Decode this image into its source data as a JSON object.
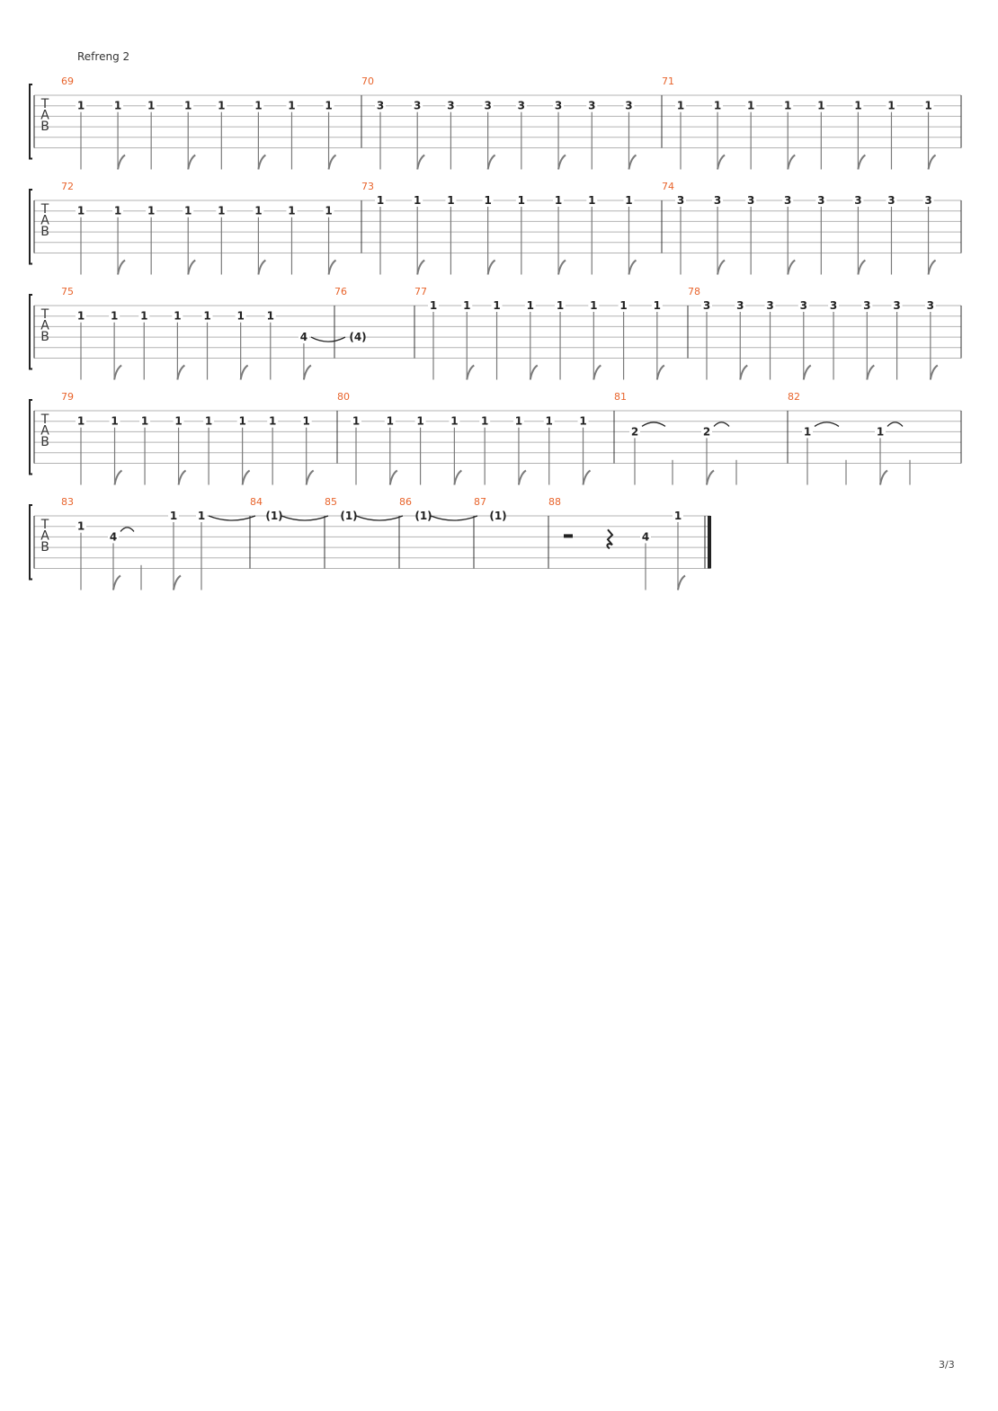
{
  "section_label": "Refreng 2",
  "page_number": "3/3",
  "tab_clef_letters": [
    "T",
    "A",
    "B"
  ],
  "colors": {
    "measure_number": "#e8642c",
    "staff_line": "#b3b3b3",
    "note": "#222222",
    "stem": "#7a7a7a"
  },
  "systems": [
    {
      "measures": [
        {
          "number": "69",
          "string": 2,
          "notes": [
            {
              "fret": "1",
              "dur": "q"
            },
            {
              "fret": "1",
              "dur": "8"
            },
            {
              "fret": "1",
              "dur": "q"
            },
            {
              "fret": "1",
              "dur": "8"
            },
            {
              "fret": "1",
              "dur": "q"
            },
            {
              "fret": "1",
              "dur": "8"
            },
            {
              "fret": "1",
              "dur": "q"
            },
            {
              "fret": "1",
              "dur": "8"
            }
          ]
        },
        {
          "number": "70",
          "string": 2,
          "notes": [
            {
              "fret": "3",
              "dur": "q"
            },
            {
              "fret": "3",
              "dur": "8"
            },
            {
              "fret": "3",
              "dur": "q"
            },
            {
              "fret": "3",
              "dur": "8"
            },
            {
              "fret": "3",
              "dur": "q"
            },
            {
              "fret": "3",
              "dur": "8"
            },
            {
              "fret": "3",
              "dur": "q"
            },
            {
              "fret": "3",
              "dur": "8"
            }
          ]
        },
        {
          "number": "71",
          "string": 2,
          "notes": [
            {
              "fret": "1",
              "dur": "q"
            },
            {
              "fret": "1",
              "dur": "8"
            },
            {
              "fret": "1",
              "dur": "q"
            },
            {
              "fret": "1",
              "dur": "8"
            },
            {
              "fret": "1",
              "dur": "q"
            },
            {
              "fret": "1",
              "dur": "8"
            },
            {
              "fret": "1",
              "dur": "q"
            },
            {
              "fret": "1",
              "dur": "8"
            }
          ]
        }
      ]
    },
    {
      "measures": [
        {
          "number": "72",
          "string": 2,
          "notes": [
            {
              "fret": "1",
              "dur": "q"
            },
            {
              "fret": "1",
              "dur": "8"
            },
            {
              "fret": "1",
              "dur": "q"
            },
            {
              "fret": "1",
              "dur": "8"
            },
            {
              "fret": "1",
              "dur": "q"
            },
            {
              "fret": "1",
              "dur": "8"
            },
            {
              "fret": "1",
              "dur": "q"
            },
            {
              "fret": "1",
              "dur": "8"
            }
          ]
        },
        {
          "number": "73",
          "string": 1,
          "notes": [
            {
              "fret": "1",
              "dur": "q"
            },
            {
              "fret": "1",
              "dur": "8"
            },
            {
              "fret": "1",
              "dur": "q"
            },
            {
              "fret": "1",
              "dur": "8"
            },
            {
              "fret": "1",
              "dur": "q"
            },
            {
              "fret": "1",
              "dur": "8"
            },
            {
              "fret": "1",
              "dur": "q"
            },
            {
              "fret": "1",
              "dur": "8"
            }
          ]
        },
        {
          "number": "74",
          "string": 1,
          "notes": [
            {
              "fret": "3",
              "dur": "q"
            },
            {
              "fret": "3",
              "dur": "8"
            },
            {
              "fret": "3",
              "dur": "q"
            },
            {
              "fret": "3",
              "dur": "8"
            },
            {
              "fret": "3",
              "dur": "q"
            },
            {
              "fret": "3",
              "dur": "8"
            },
            {
              "fret": "3",
              "dur": "q"
            },
            {
              "fret": "3",
              "dur": "8"
            }
          ]
        }
      ]
    },
    {
      "measures": [
        {
          "number": "75",
          "string": 2,
          "notes": [
            {
              "fret": "1",
              "dur": "q"
            },
            {
              "fret": "1",
              "dur": "8"
            },
            {
              "fret": "1",
              "dur": "q"
            },
            {
              "fret": "1",
              "dur": "8"
            },
            {
              "fret": "1",
              "dur": "q"
            },
            {
              "fret": "1",
              "dur": "8"
            },
            {
              "fret": "1",
              "dur": "q"
            },
            {
              "fret": "4",
              "dur": "8",
              "string": 4,
              "tie": true
            }
          ]
        },
        {
          "number": "76",
          "string": 4,
          "notes": [
            {
              "fret": "(4)",
              "dur": "none"
            }
          ]
        },
        {
          "number": "77",
          "string": 1,
          "notes": [
            {
              "fret": "1",
              "dur": "q"
            },
            {
              "fret": "1",
              "dur": "8"
            },
            {
              "fret": "1",
              "dur": "q"
            },
            {
              "fret": "1",
              "dur": "8"
            },
            {
              "fret": "1",
              "dur": "q"
            },
            {
              "fret": "1",
              "dur": "8"
            },
            {
              "fret": "1",
              "dur": "q"
            },
            {
              "fret": "1",
              "dur": "8"
            }
          ]
        },
        {
          "number": "78",
          "string": 1,
          "notes": [
            {
              "fret": "3",
              "dur": "q"
            },
            {
              "fret": "3",
              "dur": "8"
            },
            {
              "fret": "3",
              "dur": "q"
            },
            {
              "fret": "3",
              "dur": "8"
            },
            {
              "fret": "3",
              "dur": "q"
            },
            {
              "fret": "3",
              "dur": "8"
            },
            {
              "fret": "3",
              "dur": "q"
            },
            {
              "fret": "3",
              "dur": "8"
            }
          ]
        }
      ]
    },
    {
      "measures": [
        {
          "number": "79",
          "string": 2,
          "notes": [
            {
              "fret": "1",
              "dur": "q"
            },
            {
              "fret": "1",
              "dur": "8"
            },
            {
              "fret": "1",
              "dur": "q"
            },
            {
              "fret": "1",
              "dur": "8"
            },
            {
              "fret": "1",
              "dur": "q"
            },
            {
              "fret": "1",
              "dur": "8"
            },
            {
              "fret": "1",
              "dur": "q"
            },
            {
              "fret": "1",
              "dur": "8"
            }
          ]
        },
        {
          "number": "80",
          "string": 2,
          "notes": [
            {
              "fret": "1",
              "dur": "q"
            },
            {
              "fret": "1",
              "dur": "8"
            },
            {
              "fret": "1",
              "dur": "q"
            },
            {
              "fret": "1",
              "dur": "8"
            },
            {
              "fret": "1",
              "dur": "q"
            },
            {
              "fret": "1",
              "dur": "8"
            },
            {
              "fret": "1",
              "dur": "q"
            },
            {
              "fret": "1",
              "dur": "8"
            }
          ]
        },
        {
          "number": "81",
          "string": 3,
          "notes": [
            {
              "fret": "2",
              "dur": "q",
              "tie": true
            },
            {
              "fret": "",
              "dur": "q"
            },
            {
              "fret": "2",
              "dur": "8",
              "tie": true
            },
            {
              "fret": "",
              "dur": "q"
            }
          ]
        },
        {
          "number": "82",
          "string": 3,
          "notes": [
            {
              "fret": "1",
              "dur": "q",
              "tie": true
            },
            {
              "fret": "",
              "dur": "q"
            },
            {
              "fret": "1",
              "dur": "8",
              "tie": true
            },
            {
              "fret": "",
              "dur": "q"
            }
          ]
        }
      ]
    },
    {
      "partial": true,
      "measures": [
        {
          "number": "83",
          "string": 2,
          "notes": [
            {
              "fret": "1",
              "dur": "q"
            },
            {
              "fret": "4",
              "dur": "8",
              "string": 3,
              "tie": true
            },
            {
              "fret": "",
              "dur": "q",
              "string": 3
            },
            {
              "fret": "1",
              "dur": "8",
              "string": 1
            },
            {
              "fret": "1",
              "dur": "q",
              "string": 1,
              "tie": true
            }
          ]
        },
        {
          "number": "84",
          "string": 1,
          "notes": [
            {
              "fret": "(1)",
              "dur": "none",
              "tie": true
            }
          ]
        },
        {
          "number": "85",
          "string": 1,
          "notes": [
            {
              "fret": "(1)",
              "dur": "none",
              "tie": true
            }
          ]
        },
        {
          "number": "86",
          "string": 1,
          "notes": [
            {
              "fret": "(1)",
              "dur": "none",
              "tie": true
            }
          ]
        },
        {
          "number": "87",
          "string": 1,
          "notes": [
            {
              "fret": "(1)",
              "dur": "none"
            }
          ]
        },
        {
          "number": "88",
          "string": 1,
          "final": true,
          "notes": [
            {
              "rest": "half"
            },
            {
              "rest": "quarter"
            },
            {
              "fret": "4",
              "dur": "q",
              "string": 3
            },
            {
              "fret": "1",
              "dur": "8",
              "string": 1
            }
          ]
        }
      ]
    }
  ]
}
